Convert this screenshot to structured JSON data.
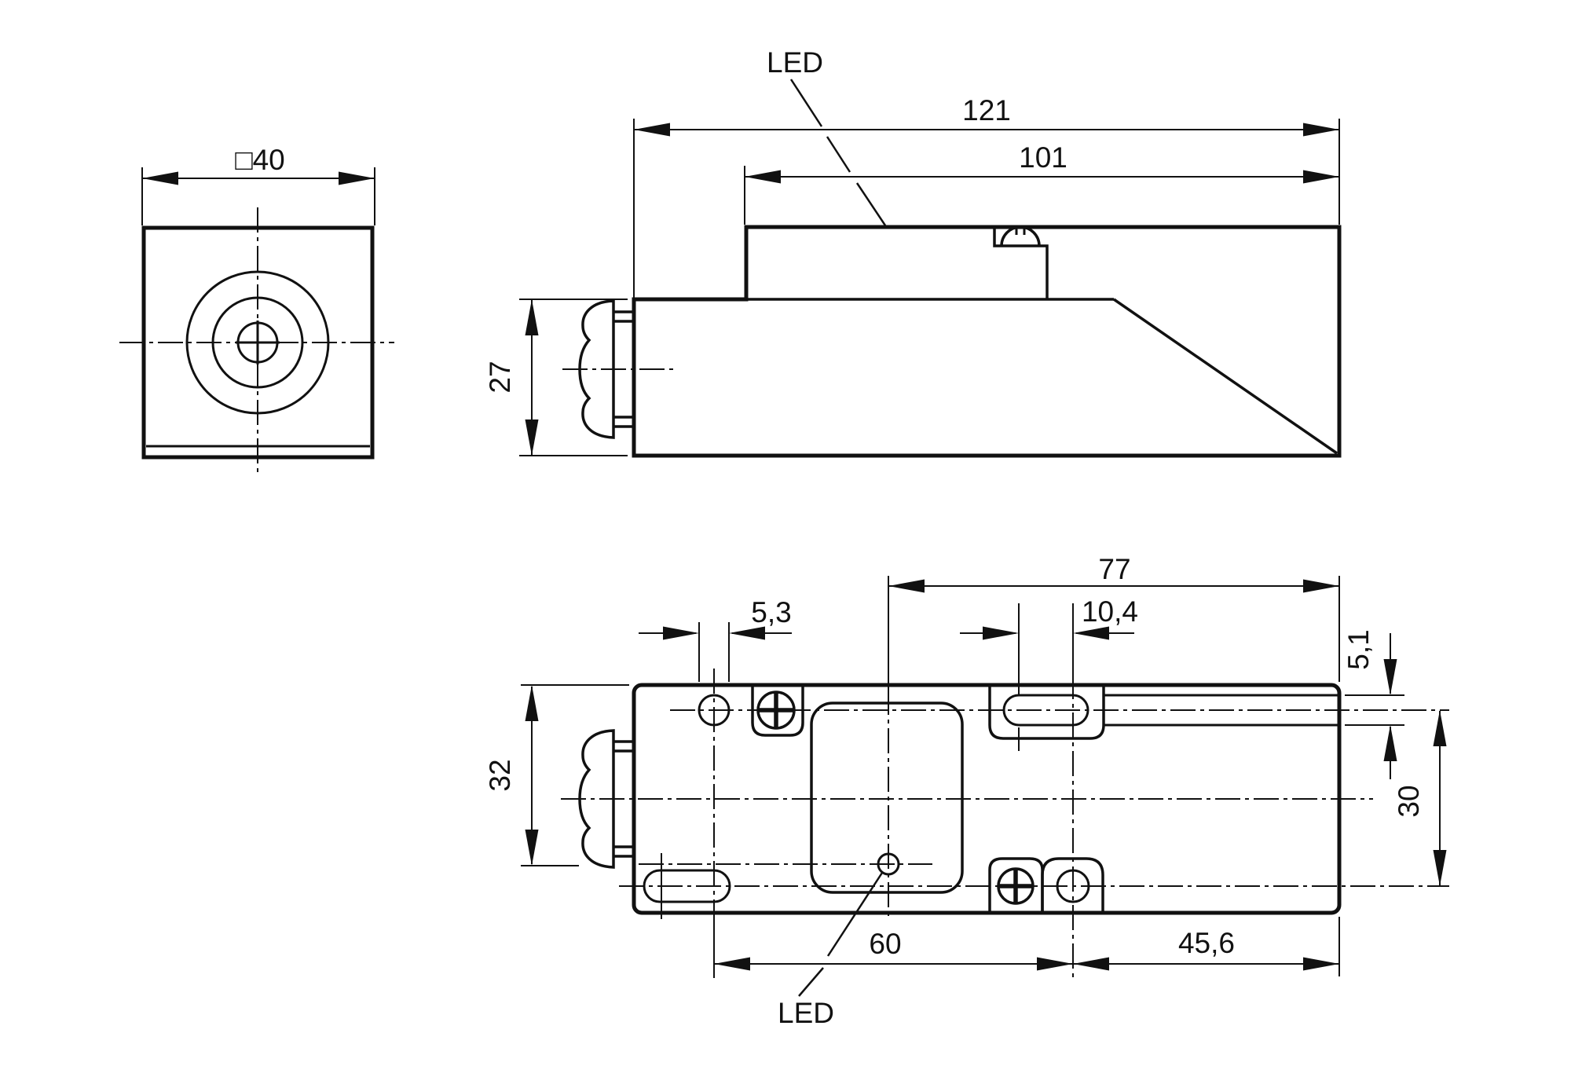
{
  "front_view": {
    "face_width": "□40"
  },
  "side_view": {
    "overall_length": "121",
    "upper_length": "101",
    "lower_height": "27",
    "led_label": "LED"
  },
  "top_view": {
    "center_to_face": "77",
    "hole_diameter": "5,3",
    "slot_length": "10,4",
    "slot_width": "5,1",
    "row_distance": "30",
    "body_width": "32",
    "hole_distance": "60",
    "hole_to_face": "45,6",
    "led_label": "LED"
  }
}
